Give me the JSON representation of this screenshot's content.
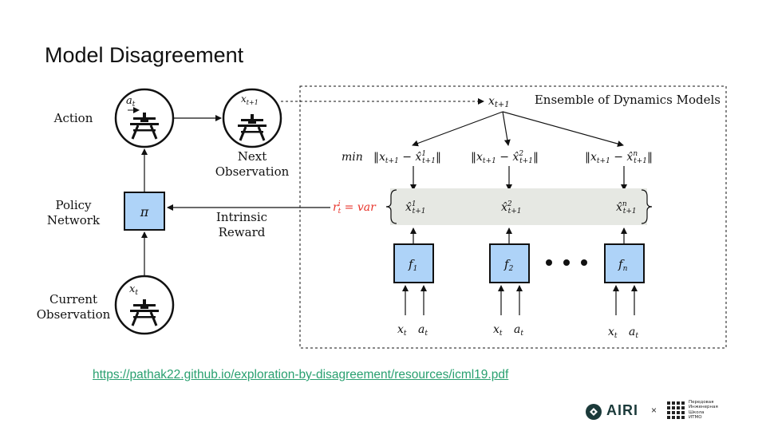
{
  "slide": {
    "title": "Model Disagreement",
    "link": "https://pathak22.github.io/exploration-by-disagreement/resources/icml19.pdf"
  },
  "diagram": {
    "action_label": "Action",
    "policy_label_1": "Policy",
    "policy_label_2": "Network",
    "current_obs_1": "Current",
    "current_obs_2": "Observation",
    "next_obs_1": "Next",
    "next_obs_2": "Observation",
    "intrinsic_1": "Intrinsic",
    "intrinsic_2": "Reward",
    "ensemble_label": "Ensemble of Dynamics Models",
    "policy_symbol": "π",
    "min_label": "min",
    "reward_formula": "r_t^i = var",
    "reward_color": "#e8342b",
    "model_box_color": "#aed3f8",
    "variance_band_color": "#e6e8e3"
  },
  "footer": {
    "airi": "AIRI",
    "times": "×",
    "school_lines": [
      "Передовая",
      "Инженерная",
      "Школа",
      "ИТМО"
    ]
  }
}
